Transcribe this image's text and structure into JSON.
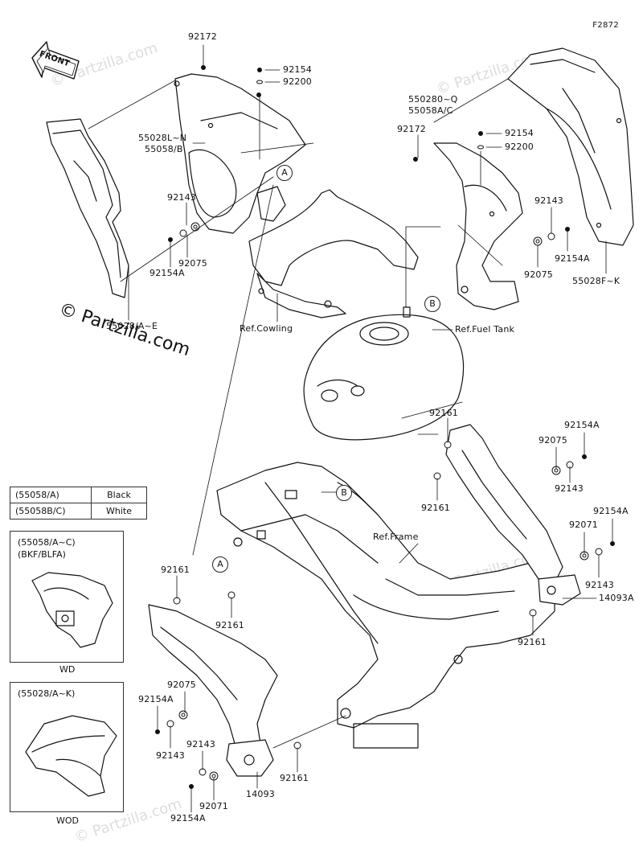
{
  "diagram_code": "F2872",
  "front_label": "FRONT",
  "watermark_text": "© Partzilla.com",
  "faint_watermarks": [
    "© Partzilla.com",
    "© Partzilla.com",
    "© Partzilla.com",
    "© Partzilla.com"
  ],
  "part_labels": [
    "92172",
    "92154",
    "92200",
    "55028L~N",
    "55058/B",
    "92143",
    "92075",
    "92154A",
    "55028/A~E",
    "550280~Q",
    "55058A/C",
    "92172",
    "92154",
    "92200",
    "92143",
    "92154A",
    "92075",
    "55028F~K",
    "92161",
    "92154A",
    "92075",
    "92161",
    "92143",
    "92154A",
    "92071",
    "92143",
    "14093A",
    "92161",
    "92161",
    "92161",
    "92075",
    "92154A",
    "92143",
    "92143",
    "92154A",
    "92071",
    "14093",
    "92161"
  ],
  "reference_labels": [
    "Ref.Cowling",
    "Ref.Fuel Tank",
    "Ref.Frame"
  ],
  "callout_markers": [
    "A",
    "B",
    "B",
    "A"
  ],
  "color_table": [
    {
      "part": "(55058/A)",
      "color": "Black"
    },
    {
      "part": "(55058B/C)",
      "color": "White"
    }
  ],
  "inset_wd": {
    "title_line1": "(55058/A~C)",
    "title_line2": "(BKF/BLFA)",
    "caption": "WD"
  },
  "inset_wod": {
    "title": "(55028/A~K)",
    "caption": "WOD"
  }
}
